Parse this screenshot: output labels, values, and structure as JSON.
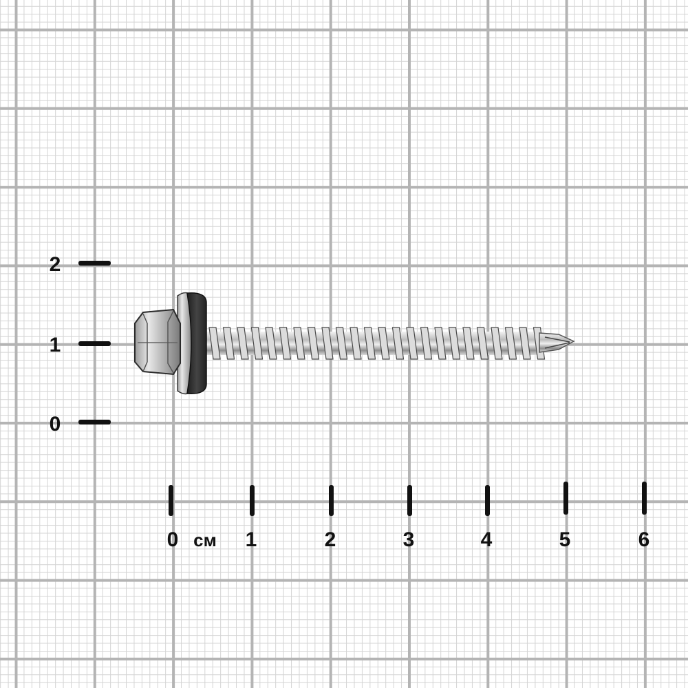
{
  "scale": {
    "vertical": {
      "labels": [
        "2",
        "1",
        "0"
      ]
    },
    "horizontal": {
      "labels": [
        "0",
        "1",
        "2",
        "3",
        "4",
        "5",
        "6"
      ],
      "unit": "см"
    }
  },
  "object": {
    "icon": "hex-head-roofing-screw-icon"
  },
  "colors": {
    "grid_major": "#b4b4b4",
    "grid_minor": "#d4d4d4",
    "ink": "#111111",
    "washer": "#333333",
    "metal": "#c9c9c9"
  }
}
